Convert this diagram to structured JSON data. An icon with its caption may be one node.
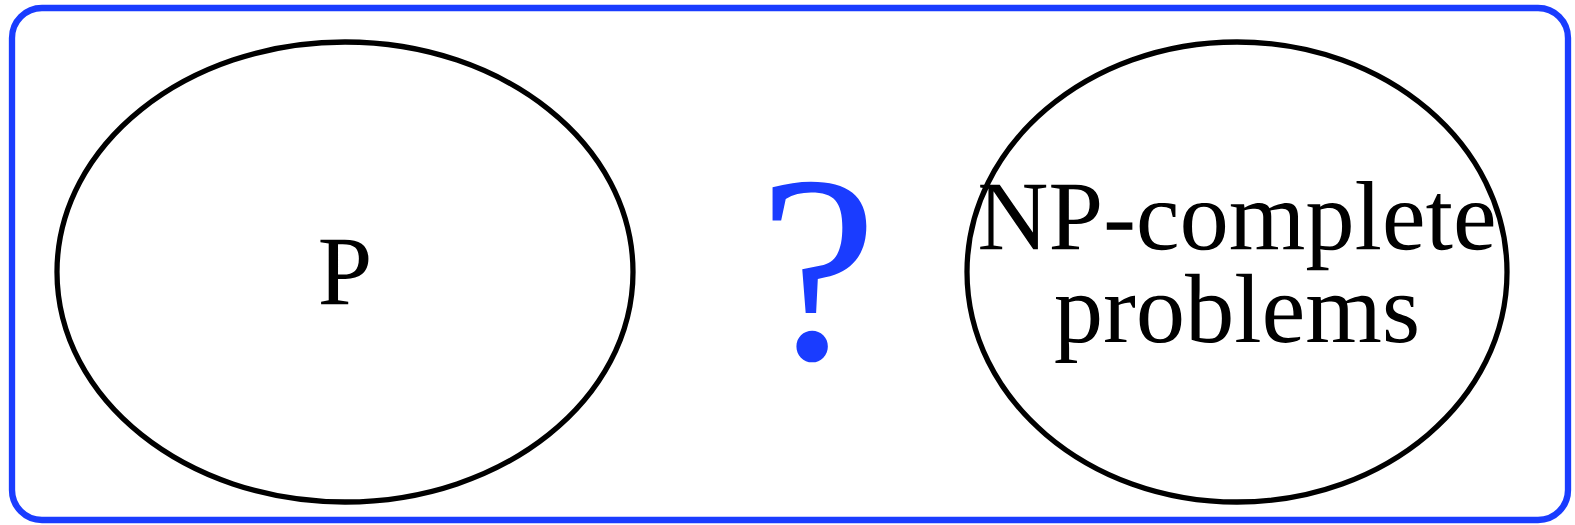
{
  "diagram": {
    "nodes": [
      {
        "text": [],
        "shape": "box"
      },
      {
        "text": [
          "P"
        ],
        "in": 0
      },
      {
        "text": [
          "NP-complete problems"
        ],
        "in": 0
      }
    ],
    "labels": [
      "?"
    ]
  }
}
